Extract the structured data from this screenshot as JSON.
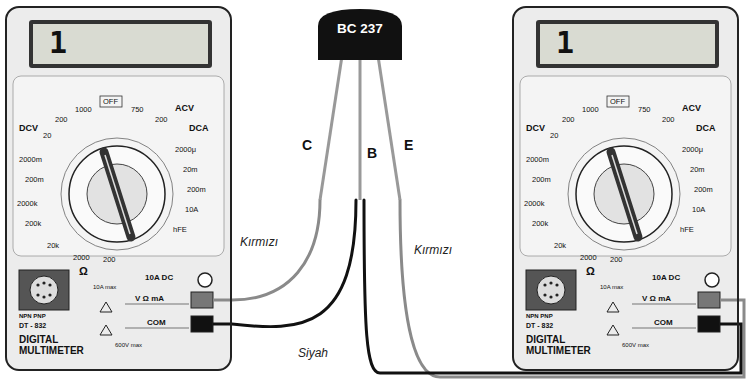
{
  "diagram": {
    "nodes": [
      {
        "text": [
          "DT - 832",
          "DIGITAL MULTIMETER"
        ]
      },
      {
        "text": [
          "1"
        ],
        "in": 0
      },
      {
        "text": [
          "BC 237"
        ]
      },
      {
        "text": [
          "DT - 832",
          "DIGITAL MULTIMETER"
        ]
      },
      {
        "text": [
          "1"
        ],
        "in": 3
      }
    ],
    "edges": [
      {
        "from": 0,
        "to": 2,
        "arrow": "none",
        "label": "Kırmızı"
      },
      {
        "from": 0,
        "to": 2,
        "arrow": "none",
        "label": "Siyah"
      },
      {
        "from": 3,
        "to": 2,
        "arrow": "none",
        "label": "Kırmızı"
      },
      {
        "from": 3,
        "to": 2,
        "arrow": "none"
      }
    ],
    "labels": [
      "C",
      "B",
      "E",
      "DCV",
      "ACV",
      "DCA",
      "1000",
      "OFF",
      "750",
      "200",
      "200",
      "20",
      "2000m",
      "200m",
      "2000k",
      "200k",
      "20k",
      "2000",
      "200",
      "Ω",
      "2000μ",
      "20m",
      "200m",
      "10A",
      "hFE",
      "NPN PNP",
      "10A DC",
      "10A max",
      "V Ω mA",
      "COM",
      "600V max",
      "DCV",
      "ACV",
      "DCA",
      "1000",
      "OFF",
      "750",
      "200",
      "200",
      "20",
      "2000m",
      "200m",
      "2000k",
      "200k",
      "20k",
      "2000",
      "200",
      "Ω",
      "2000μ",
      "20m",
      "200m",
      "10A",
      "hFE",
      "NPN PNP",
      "10A DC",
      "10A max",
      "V Ω mA",
      "COM",
      "600V max"
    ]
  }
}
